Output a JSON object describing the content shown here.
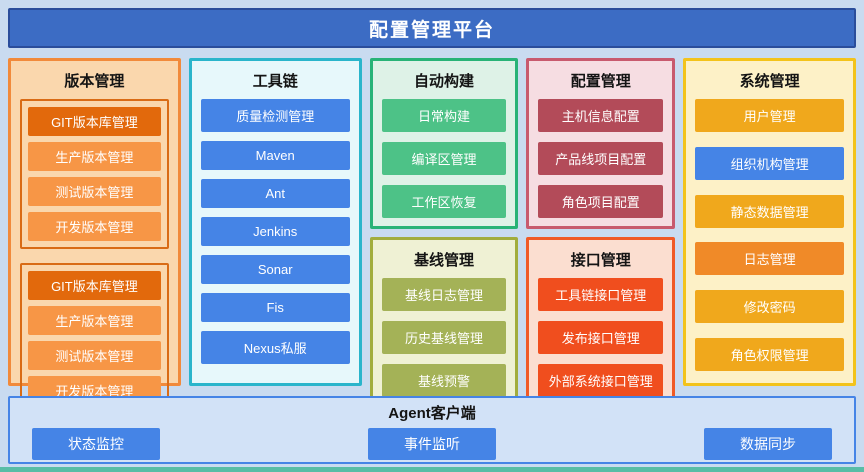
{
  "palette": {
    "page_bg": "#c9dbf0",
    "header_blue": "#3c6cc4",
    "orange": "#f79646",
    "orange_dark": "#e2690c",
    "cyan_border": "#2ab5cb",
    "blue": "#4584e6",
    "green": "#4dc287",
    "olive": "#a4b257",
    "dark_red": "#b34b59",
    "orange_red": "#f04e1e",
    "gold": "#f0a81c",
    "amber_orange": "#f08a28",
    "teal_strip": "#58bda6"
  },
  "header": {
    "title": "配置管理平台"
  },
  "panels": {
    "version": {
      "title": "版本管理",
      "groups": [
        {
          "items": [
            "GIT版本库管理",
            "生产版本管理",
            "测试版本管理",
            "开发版本管理"
          ]
        },
        {
          "items": [
            "GIT版本库管理",
            "生产版本管理",
            "测试版本管理",
            "开发版本管理"
          ]
        }
      ]
    },
    "toolchain": {
      "title": "工具链",
      "items": [
        "质量检测管理",
        "Maven",
        "Ant",
        "Jenkins",
        "Sonar",
        "Fis",
        "Nexus私服"
      ]
    },
    "autobuild": {
      "title": "自动构建",
      "items": [
        "日常构建",
        "编译区管理",
        "工作区恢复"
      ]
    },
    "baseline": {
      "title": "基线管理",
      "items": [
        "基线日志管理",
        "历史基线管理",
        "基线预警"
      ]
    },
    "config": {
      "title": "配置管理",
      "items": [
        "主机信息配置",
        "产品线项目配置",
        "角色项目配置"
      ]
    },
    "interface": {
      "title": "接口管理",
      "items": [
        "工具链接口管理",
        "发布接口管理",
        "外部系统接口管理"
      ]
    },
    "system": {
      "title": "系统管理",
      "items": [
        {
          "label": "用户管理",
          "color": "gold"
        },
        {
          "label": "组织机构管理",
          "color": "blue"
        },
        {
          "label": "静态数据管理",
          "color": "gold"
        },
        {
          "label": "日志管理",
          "color": "orange"
        },
        {
          "label": "修改密码",
          "color": "gold"
        },
        {
          "label": "角色权限管理",
          "color": "gold"
        }
      ]
    }
  },
  "agent": {
    "title": "Agent客户端",
    "buttons": [
      "状态监控",
      "事件监听",
      "数据同步"
    ]
  }
}
